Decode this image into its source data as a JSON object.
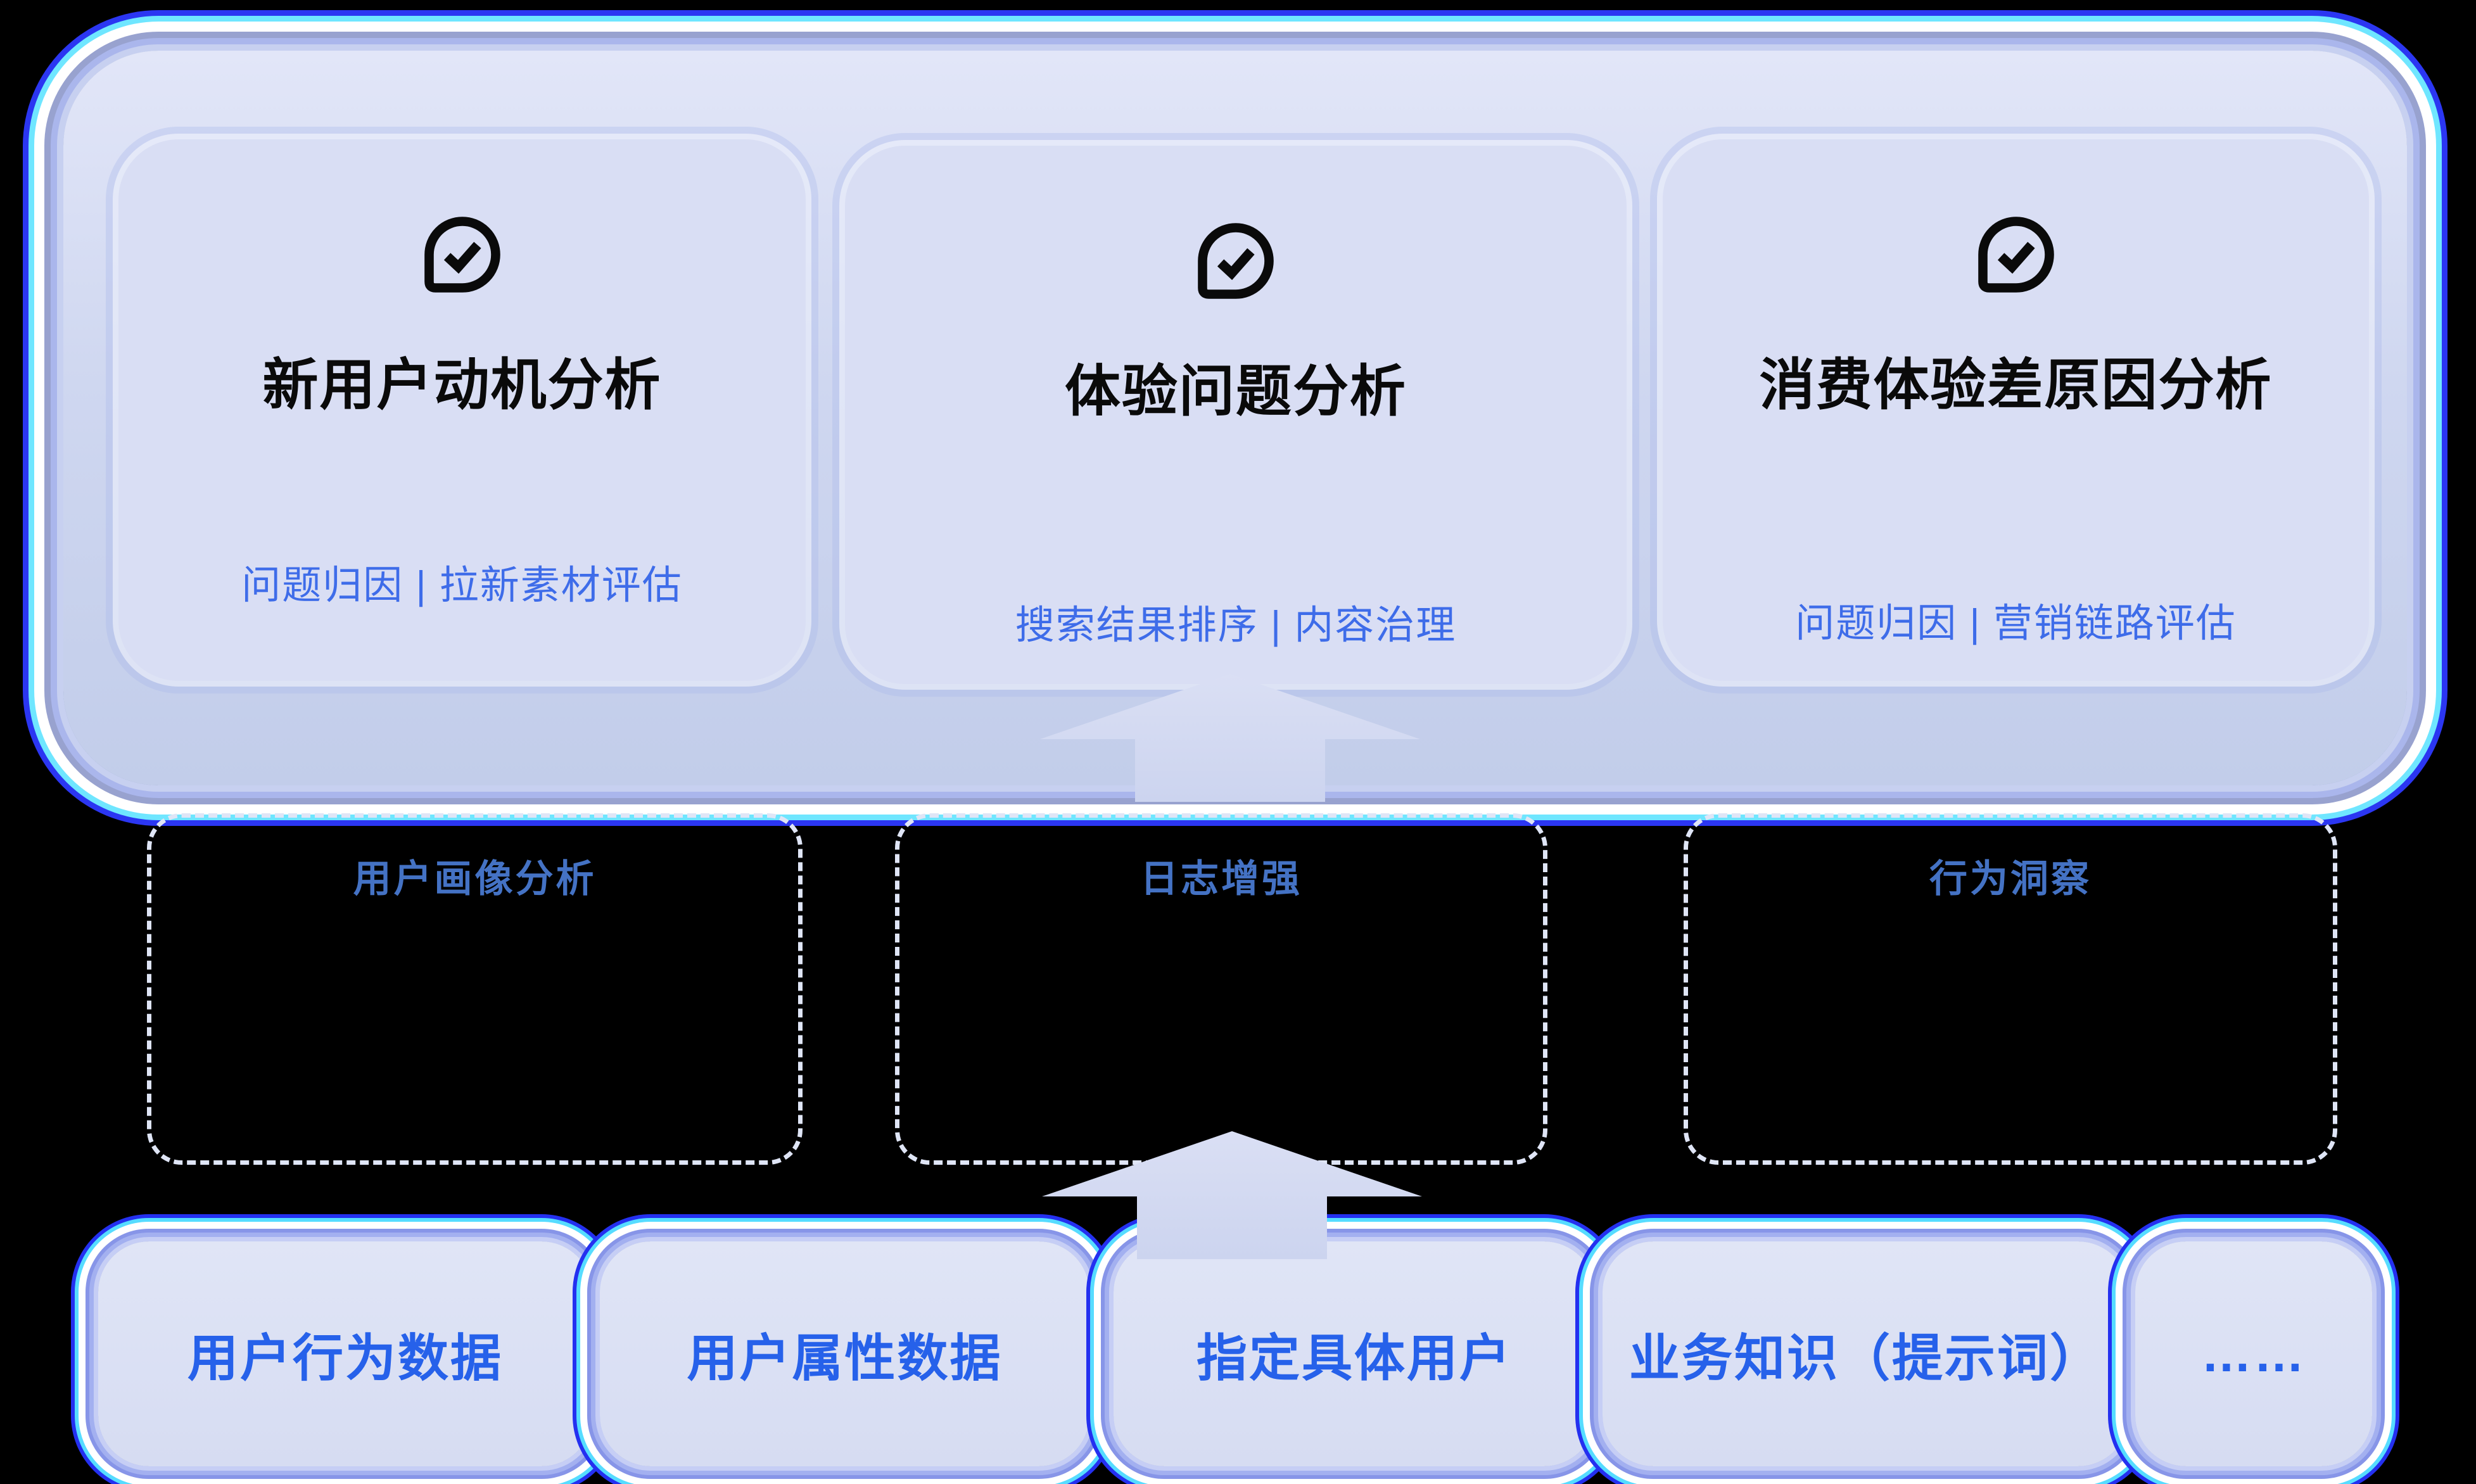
{
  "colors": {
    "background": "#000000",
    "panel_fill": "#ccd5ef",
    "card_fill": "#d9def4",
    "card_title_text": "#0a0a0a",
    "card_subtitle_text": "#3e6ce9",
    "dashed_border": "#dfe5f6",
    "dashed_label_text": "#4472c4",
    "bottom_box_fill": "#dce2f4",
    "bottom_label_text": "#2661ea",
    "arrow_fill": "#d3daf1",
    "glow_white": "#ffffff",
    "glow_cyan": "#56dcff",
    "glow_blue": "#2430f0"
  },
  "top_section": {
    "cards": [
      {
        "icon": "check-bubble-icon",
        "title": "新用户动机分析",
        "subtitle": "问题归因 | 拉新素材评估"
      },
      {
        "icon": "check-bubble-icon",
        "title": "体验问题分析",
        "subtitle": "搜索结果排序 | 内容治理"
      },
      {
        "icon": "check-bubble-icon",
        "title": "消费体验差原因分析",
        "subtitle": "问题归因 | 营销链路评估"
      }
    ]
  },
  "middle_section": {
    "boxes": [
      {
        "label": "用户画像分析"
      },
      {
        "label": "日志增强"
      },
      {
        "label": "行为洞察"
      }
    ]
  },
  "bottom_section": {
    "boxes": [
      {
        "label": "用户行为数据"
      },
      {
        "label": "用户属性数据"
      },
      {
        "label": "指定具体用户"
      },
      {
        "label": "业务知识（提示词）"
      },
      {
        "label": "……"
      }
    ]
  }
}
